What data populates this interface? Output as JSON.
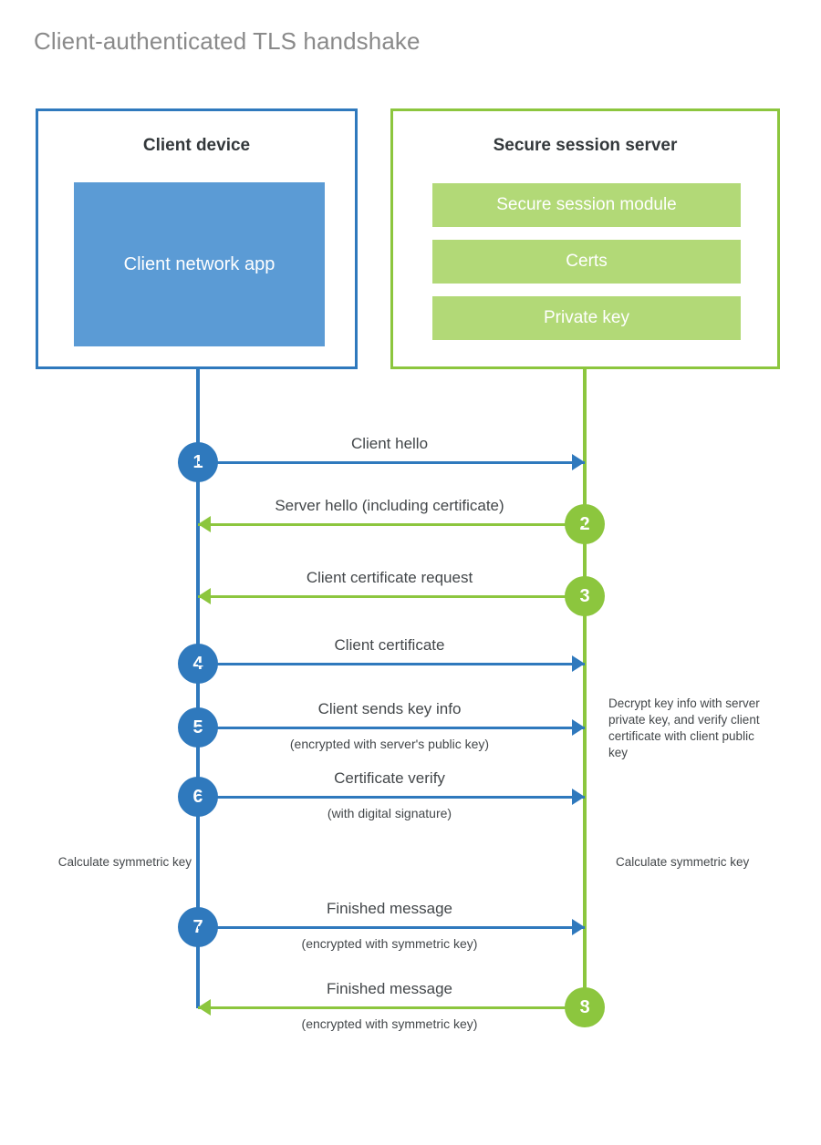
{
  "title": "Client-authenticated TLS handshake",
  "actors": {
    "client": {
      "title": "Client device",
      "app_label": "Client network app",
      "color": "#2f79bd"
    },
    "server": {
      "title": "Secure session server",
      "color": "#8cc63e",
      "components": [
        "Secure session module",
        "Certs",
        "Private key"
      ]
    }
  },
  "steps": [
    {
      "number": "1",
      "origin": "client",
      "direction": "right",
      "label": "Client hello",
      "sublabel": ""
    },
    {
      "number": "2",
      "origin": "server",
      "direction": "left",
      "label": "Server hello (including certificate)",
      "sublabel": ""
    },
    {
      "number": "3",
      "origin": "server",
      "direction": "left",
      "label": "Client certificate request",
      "sublabel": ""
    },
    {
      "number": "4",
      "origin": "client",
      "direction": "right",
      "label": "Client certificate",
      "sublabel": ""
    },
    {
      "number": "5",
      "origin": "client",
      "direction": "right",
      "label": "Client sends key info",
      "sublabel": "(encrypted with server's public key)"
    },
    {
      "number": "6",
      "origin": "client",
      "direction": "right",
      "label": "Certificate verify",
      "sublabel": "(with digital signature)"
    },
    {
      "number": "7",
      "origin": "client",
      "direction": "right",
      "label": "Finished message",
      "sublabel": "(encrypted with symmetric key)"
    },
    {
      "number": "8",
      "origin": "server",
      "direction": "left",
      "label": "Finished message",
      "sublabel": "(encrypted with symmetric key)"
    }
  ],
  "notes": {
    "server_decrypt": "Decrypt key info with server private key, and verify client certificate with client public key",
    "client_calculate": "Calculate symmetric key",
    "server_calculate": "Calculate symmetric key"
  },
  "colors": {
    "client_blue": "#2f79bd",
    "client_app_fill": "#5b9bd5",
    "server_green": "#8cc63e",
    "server_bar_fill": "#b2d977",
    "title_gray": "#8a8a8a",
    "text_gray": "#43474a",
    "background": "#ffffff"
  }
}
